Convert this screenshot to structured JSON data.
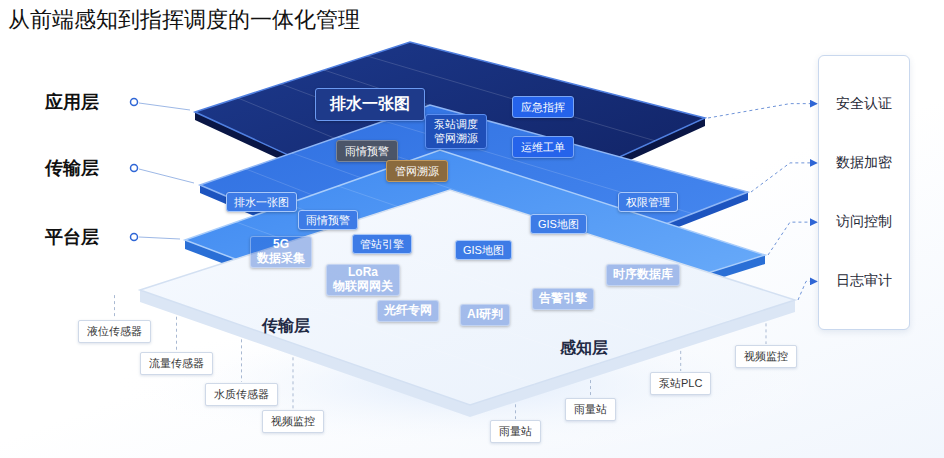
{
  "diagram": {
    "title": "从前端感知到指挥调度的一体化管理",
    "nodes": [
      {
        "text": [
          "应用层"
        ]
      },
      {
        "text": [
          "排水一张图"
        ],
        "in": 0
      },
      {
        "text": [
          "泵站调度",
          "管网溯源"
        ],
        "in": 0
      },
      {
        "text": [
          "应急指挥"
        ],
        "in": 0
      },
      {
        "text": [
          "雨情预警"
        ],
        "in": 0
      },
      {
        "text": [
          "管网溯源"
        ],
        "in": 0
      },
      {
        "text": [
          "运维工单"
        ],
        "in": 0
      },
      {
        "text": [
          "传输层"
        ]
      },
      {
        "text": [
          "排水一张图"
        ],
        "in": 7
      },
      {
        "text": [
          "雨情预警"
        ],
        "in": 7
      },
      {
        "text": [
          "管站引擎"
        ],
        "in": 7
      },
      {
        "text": [
          "GIS地图"
        ],
        "in": 7
      },
      {
        "text": [
          "GIS地图"
        ],
        "in": 7
      },
      {
        "text": [
          "权限管理"
        ],
        "in": 7
      },
      {
        "text": [
          "平台层"
        ]
      },
      {
        "text": [
          "5G",
          "数据采集"
        ],
        "in": 14
      },
      {
        "text": [
          "LoRa",
          "物联网网关"
        ],
        "in": 14
      },
      {
        "text": [
          "光纤专网"
        ],
        "in": 14
      },
      {
        "text": [
          "AI研判"
        ],
        "in": 14
      },
      {
        "text": [
          "告警引擎"
        ],
        "in": 14
      },
      {
        "text": [
          "时序数据库"
        ],
        "in": 14
      },
      {
        "text": [
          "传输层",
          "感知层"
        ]
      },
      {
        "text": [
          "液位传感器"
        ]
      },
      {
        "text": [
          "流量传感器"
        ]
      },
      {
        "text": [
          "水质传感器"
        ]
      },
      {
        "text": [
          "视频监控"
        ]
      },
      {
        "text": [
          "雨量站"
        ]
      },
      {
        "text": [
          "雨量站"
        ]
      },
      {
        "text": [
          "泵站PLC"
        ]
      },
      {
        "text": [
          "视频监控"
        ]
      },
      {
        "text": [
          "安全认证",
          "数据加密",
          "访问控制",
          "日志审计"
        ]
      }
    ],
    "edges": [
      {
        "from": 0,
        "to": 30,
        "arrow": "to"
      },
      {
        "from": 7,
        "to": 30,
        "arrow": "to"
      },
      {
        "from": 14,
        "to": 30,
        "arrow": "to"
      },
      {
        "from": 21,
        "to": 30,
        "arrow": "to"
      },
      {
        "from": 21,
        "to": 22,
        "arrow": "none"
      },
      {
        "from": 21,
        "to": 23,
        "arrow": "none"
      },
      {
        "from": 21,
        "to": 24,
        "arrow": "none"
      },
      {
        "from": 21,
        "to": 25,
        "arrow": "none"
      },
      {
        "from": 21,
        "to": 26,
        "arrow": "none"
      },
      {
        "from": 21,
        "to": 27,
        "arrow": "none"
      },
      {
        "from": 21,
        "to": 28,
        "arrow": "none"
      },
      {
        "from": 21,
        "to": 29,
        "arrow": "none"
      }
    ]
  }
}
